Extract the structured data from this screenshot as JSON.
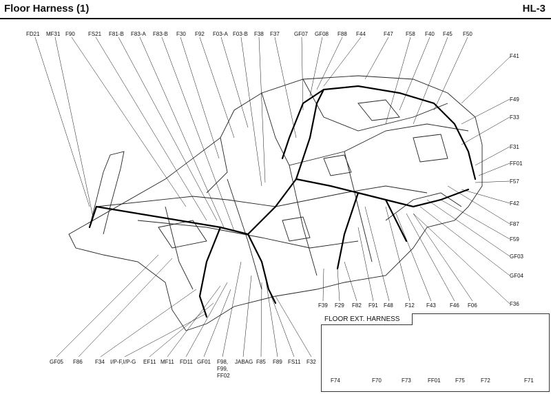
{
  "header": {
    "title": "Floor Harness (1)",
    "code": "HL-3"
  },
  "inset": {
    "title": "FLOOR EXT. HARNESS"
  },
  "labels": {
    "top": [
      "FD21",
      "MF31",
      "F90",
      "FS21",
      "F81-B",
      "F83-A",
      "F83-B",
      "F30",
      "F92",
      "F03-A",
      "F03-B",
      "F38",
      "F37",
      "GF07",
      "GF08",
      "F88",
      "F44",
      "F47",
      "F58",
      "F40",
      "F45",
      "F50"
    ],
    "right": [
      "F41",
      "F49",
      "F33",
      "F31",
      "FF01",
      "F57",
      "F42",
      "F87",
      "F59",
      "GF03",
      "GF04",
      "F36"
    ],
    "bottom_mid": [
      "F39",
      "F29",
      "F82",
      "F91",
      "F48",
      "F12",
      "F43",
      "F46",
      "F06"
    ],
    "bottom": [
      "GF05",
      "F86",
      "F34",
      "I/P-F,I/P-G",
      "EF11",
      "MF11",
      "FD11",
      "GF01",
      "F98,",
      "F99,",
      "FF02",
      "JABAG",
      "F85",
      "F89",
      "FS11",
      "F32"
    ],
    "inset": [
      "F74",
      "F70",
      "F73",
      "FF01",
      "F75",
      "F72",
      "F71"
    ]
  }
}
